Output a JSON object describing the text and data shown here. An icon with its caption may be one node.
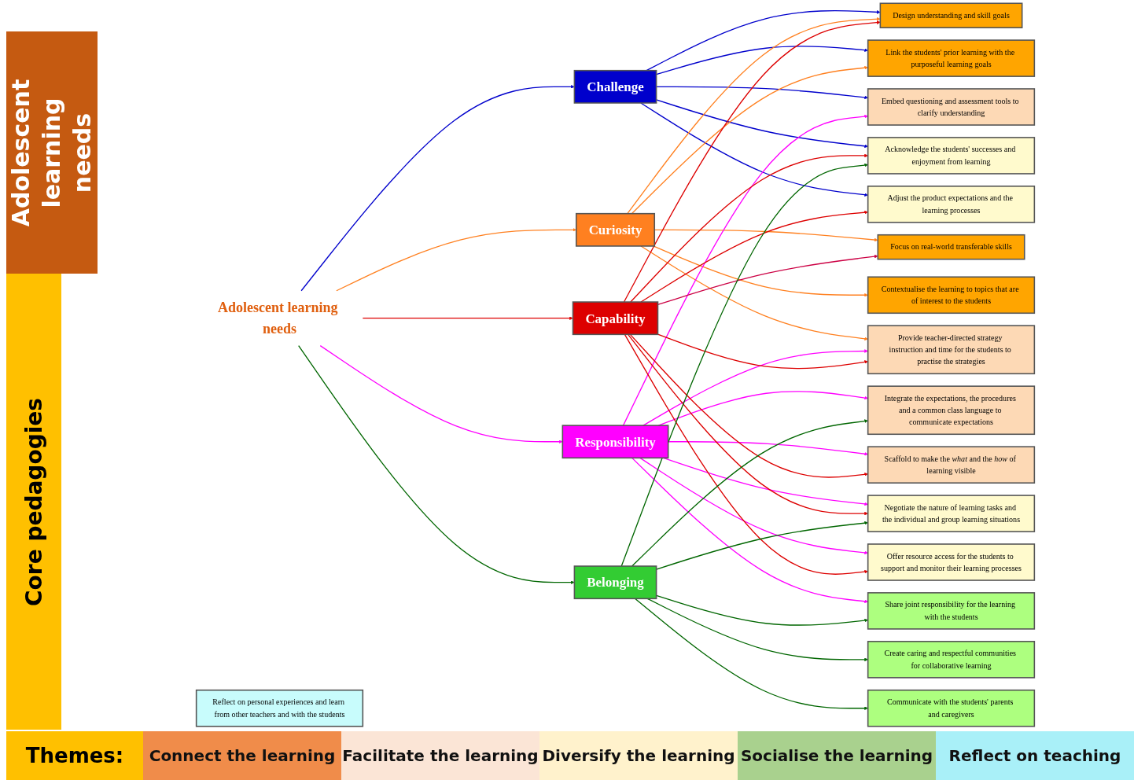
{
  "diagram": {
    "nodes": [
      {
        "text": [
          "Adolescent learning needs"
        ]
      },
      {
        "text": [
          "Challenge"
        ]
      },
      {
        "text": [
          "Curiosity"
        ]
      },
      {
        "text": [
          "Responsibility"
        ]
      },
      {
        "text": [
          "Capability"
        ]
      },
      {
        "text": [
          "Belonging"
        ]
      },
      {
        "text": [
          "Focus on real-world transferable skills"
        ]
      },
      {
        "text": [
          "Integrate the expectations, the procedures and a common class language to communicate expectations"
        ]
      },
      {
        "text": [
          "Adjust the product expectations and the learning processes"
        ]
      },
      {
        "text": [
          "Create caring and respectful communities for collaborative learning"
        ]
      },
      {
        "text": [
          "Link the students' prior learning with the purposeful learning goals"
        ]
      },
      {
        "text": [
          "Provide teacher-directed strategy instruction and time for the students to practise the strategies"
        ]
      },
      {
        "text": [
          "Negotiate the nature of learning tasks and the individual and group learning situations"
        ]
      },
      {
        "text": [
          "Share joint responsibility for the learning with the students"
        ]
      },
      {
        "text": [
          "Contextualise the learning to topics that are of interest to the students"
        ]
      },
      {
        "text": [
          "Scaffold to make the *what* and the *how* of learning visible"
        ]
      },
      {
        "text": [
          "Offer resource access for the students to support and monitor their learning processes"
        ]
      },
      {
        "text": [
          "Communicate with the students' parents and caregivers"
        ]
      },
      {
        "text": [
          "Design understanding and skill goals"
        ]
      },
      {
        "text": [
          "Embed questioning and assessment tools to clarify understanding"
        ]
      },
      {
        "text": [
          "Acknowledge the students' successes and enjoyment from learning"
        ]
      },
      {
        "text": [
          "Reflect on personal experiences and learn from other teachers and with the students"
        ]
      }
    ],
    "edges": [
      {
        "from": 0,
        "to": 1,
        "arrow": "to",
        "color": "#0000cc"
      },
      {
        "from": 0,
        "to": 2,
        "arrow": "to",
        "color": "#ff8020"
      },
      {
        "from": 0,
        "to": 3,
        "arrow": "to",
        "color": "#ff00ff"
      },
      {
        "from": 0,
        "to": 4,
        "arrow": "to",
        "color": "#dd0000"
      },
      {
        "from": 0,
        "to": 5,
        "arrow": "to",
        "color": "#006600"
      },
      {
        "from": 1,
        "to": 18,
        "arrow": "to",
        "color": "#0000cc"
      },
      {
        "from": 1,
        "to": 10,
        "arrow": "to",
        "color": "#0000cc"
      },
      {
        "from": 1,
        "to": 19,
        "arrow": "to",
        "color": "#0000cc"
      },
      {
        "from": 1,
        "to": 20,
        "arrow": "to",
        "color": "#0000cc"
      },
      {
        "from": 1,
        "to": 8,
        "arrow": "to",
        "color": "#0000cc"
      },
      {
        "from": 2,
        "to": 6,
        "arrow": "to",
        "color": "#ff8020"
      },
      {
        "from": 2,
        "to": 10,
        "arrow": "to",
        "color": "#ff8020"
      },
      {
        "from": 2,
        "to": 14,
        "arrow": "to",
        "color": "#ff8020"
      },
      {
        "from": 2,
        "to": 18,
        "arrow": "to",
        "color": "#ff8020"
      },
      {
        "from": 2,
        "to": 11,
        "arrow": "to",
        "color": "#ff8020"
      },
      {
        "from": 3,
        "to": 7,
        "arrow": "to",
        "color": "#ff00ff"
      },
      {
        "from": 3,
        "to": 11,
        "arrow": "to",
        "color": "#ff00ff"
      },
      {
        "from": 3,
        "to": 15,
        "arrow": "to",
        "color": "#ff00ff"
      },
      {
        "from": 3,
        "to": 19,
        "arrow": "to",
        "color": "#ff00ff"
      },
      {
        "from": 3,
        "to": 12,
        "arrow": "to",
        "color": "#ff00ff"
      },
      {
        "from": 3,
        "to": 16,
        "arrow": "to",
        "color": "#ff00ff"
      },
      {
        "from": 3,
        "to": 13,
        "arrow": "to",
        "color": "#ff00ff"
      },
      {
        "from": 4,
        "to": 6,
        "arrow": "to",
        "color": "#cc0044"
      },
      {
        "from": 4,
        "to": 11,
        "arrow": "to",
        "color": "#dd0000"
      },
      {
        "from": 4,
        "to": 15,
        "arrow": "to",
        "color": "#dd0000"
      },
      {
        "from": 4,
        "to": 18,
        "arrow": "to",
        "color": "#dd0000"
      },
      {
        "from": 4,
        "to": 8,
        "arrow": "to",
        "color": "#dd0000"
      },
      {
        "from": 4,
        "to": 12,
        "arrow": "to",
        "color": "#dd0000"
      },
      {
        "from": 4,
        "to": 16,
        "arrow": "to",
        "color": "#dd0000"
      },
      {
        "from": 4,
        "to": 20,
        "arrow": "to",
        "color": "#dd0000"
      },
      {
        "from": 5,
        "to": 7,
        "arrow": "to",
        "color": "#006600"
      },
      {
        "from": 5,
        "to": 9,
        "arrow": "to",
        "color": "#006600"
      },
      {
        "from": 5,
        "to": 12,
        "arrow": "to",
        "color": "#006600"
      },
      {
        "from": 5,
        "to": 13,
        "arrow": "to",
        "color": "#006600"
      },
      {
        "from": 5,
        "to": 17,
        "arrow": "to",
        "color": "#006600"
      },
      {
        "from": 5,
        "to": 20,
        "arrow": "to",
        "color": "#006600"
      }
    ],
    "labels": [
      "Adolescent learning needs",
      "Core pedagogies",
      "Themes:"
    ],
    "legend": [
      {
        "text": "Connect the learning",
        "color": "#f08c4a"
      },
      {
        "text": "Facilitate the learning",
        "color": "#fbe5d6"
      },
      {
        "text": "Diversify the learning",
        "color": "#fff2cc"
      },
      {
        "text": "Socialise the learning",
        "color": "#a9d18e"
      },
      {
        "text": "Reflect on teaching",
        "color": "#a9f0f8"
      }
    ]
  }
}
